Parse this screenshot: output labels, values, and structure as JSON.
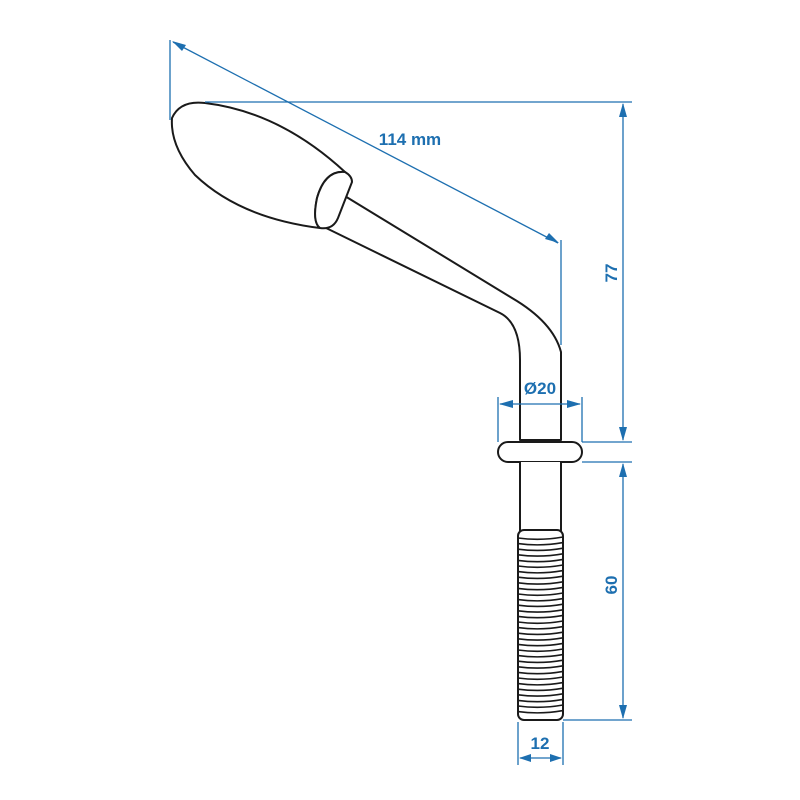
{
  "dimensions": {
    "length": "114 mm",
    "height": "77",
    "diameter": "Ø20",
    "thread_length": "60",
    "thread_diameter": "12"
  },
  "colors": {
    "dimension": "#1d6fb0",
    "outline": "#1a1a1a",
    "background": "#ffffff"
  }
}
